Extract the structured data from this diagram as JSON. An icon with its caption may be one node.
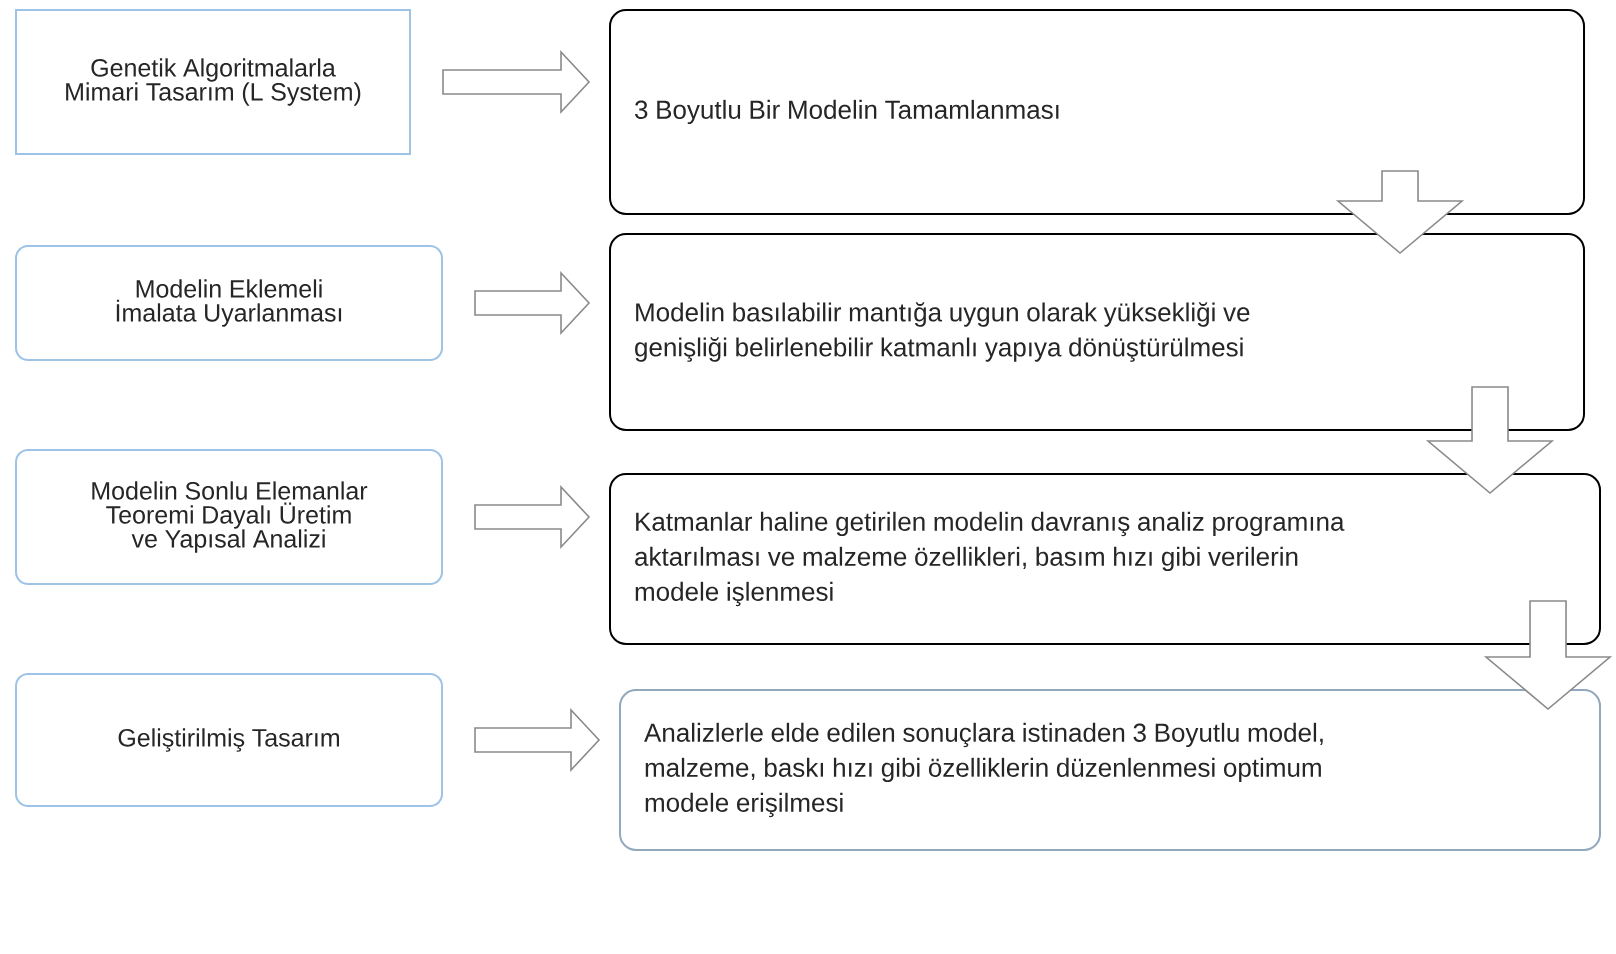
{
  "diagram": {
    "nodes": [
      {
        "text": [
          "Genetik Algoritmalarla Mimari Tasarım (L System)"
        ]
      },
      {
        "text": [
          "3 Boyutlu Bir Modelin Tamamlanması"
        ]
      },
      {
        "text": [
          "Modelin Eklemeli İmalata Uyarlanması"
        ]
      },
      {
        "text": [
          "Modelin basılabilir mantığa uygun olarak yüksekliği ve genişliği belirlenebilir katmanlı yapıya dönüştürülmesi"
        ]
      },
      {
        "text": [
          "Modelin Sonlu Elemanlar Teoremi Dayalı Üretim ve Yapısal Analizi"
        ]
      },
      {
        "text": [
          "Katmanlar haline getirilen modelin davranış analiz programına aktarılması ve malzeme özellikleri, basım hızı gibi verilerin modele işlenmesi"
        ]
      },
      {
        "text": [
          "Geliştirilmiş Tasarım"
        ]
      },
      {
        "text": [
          "Analizlerle elde edilen sonuçlara istinaden 3 Boyutlu model, malzeme, baskı hızı gibi özelliklerin düzenlenmesi optimum modele erişilmesi"
        ]
      }
    ],
    "edges": [
      {
        "from": 0,
        "to": 1,
        "arrow": "to"
      },
      {
        "from": 1,
        "to": 3,
        "arrow": "to"
      },
      {
        "from": 2,
        "to": 3,
        "arrow": "to"
      },
      {
        "from": 3,
        "to": 5,
        "arrow": "to"
      },
      {
        "from": 4,
        "to": 5,
        "arrow": "to"
      },
      {
        "from": 5,
        "to": 7,
        "arrow": "to"
      },
      {
        "from": 6,
        "to": 7,
        "arrow": "to"
      }
    ]
  }
}
